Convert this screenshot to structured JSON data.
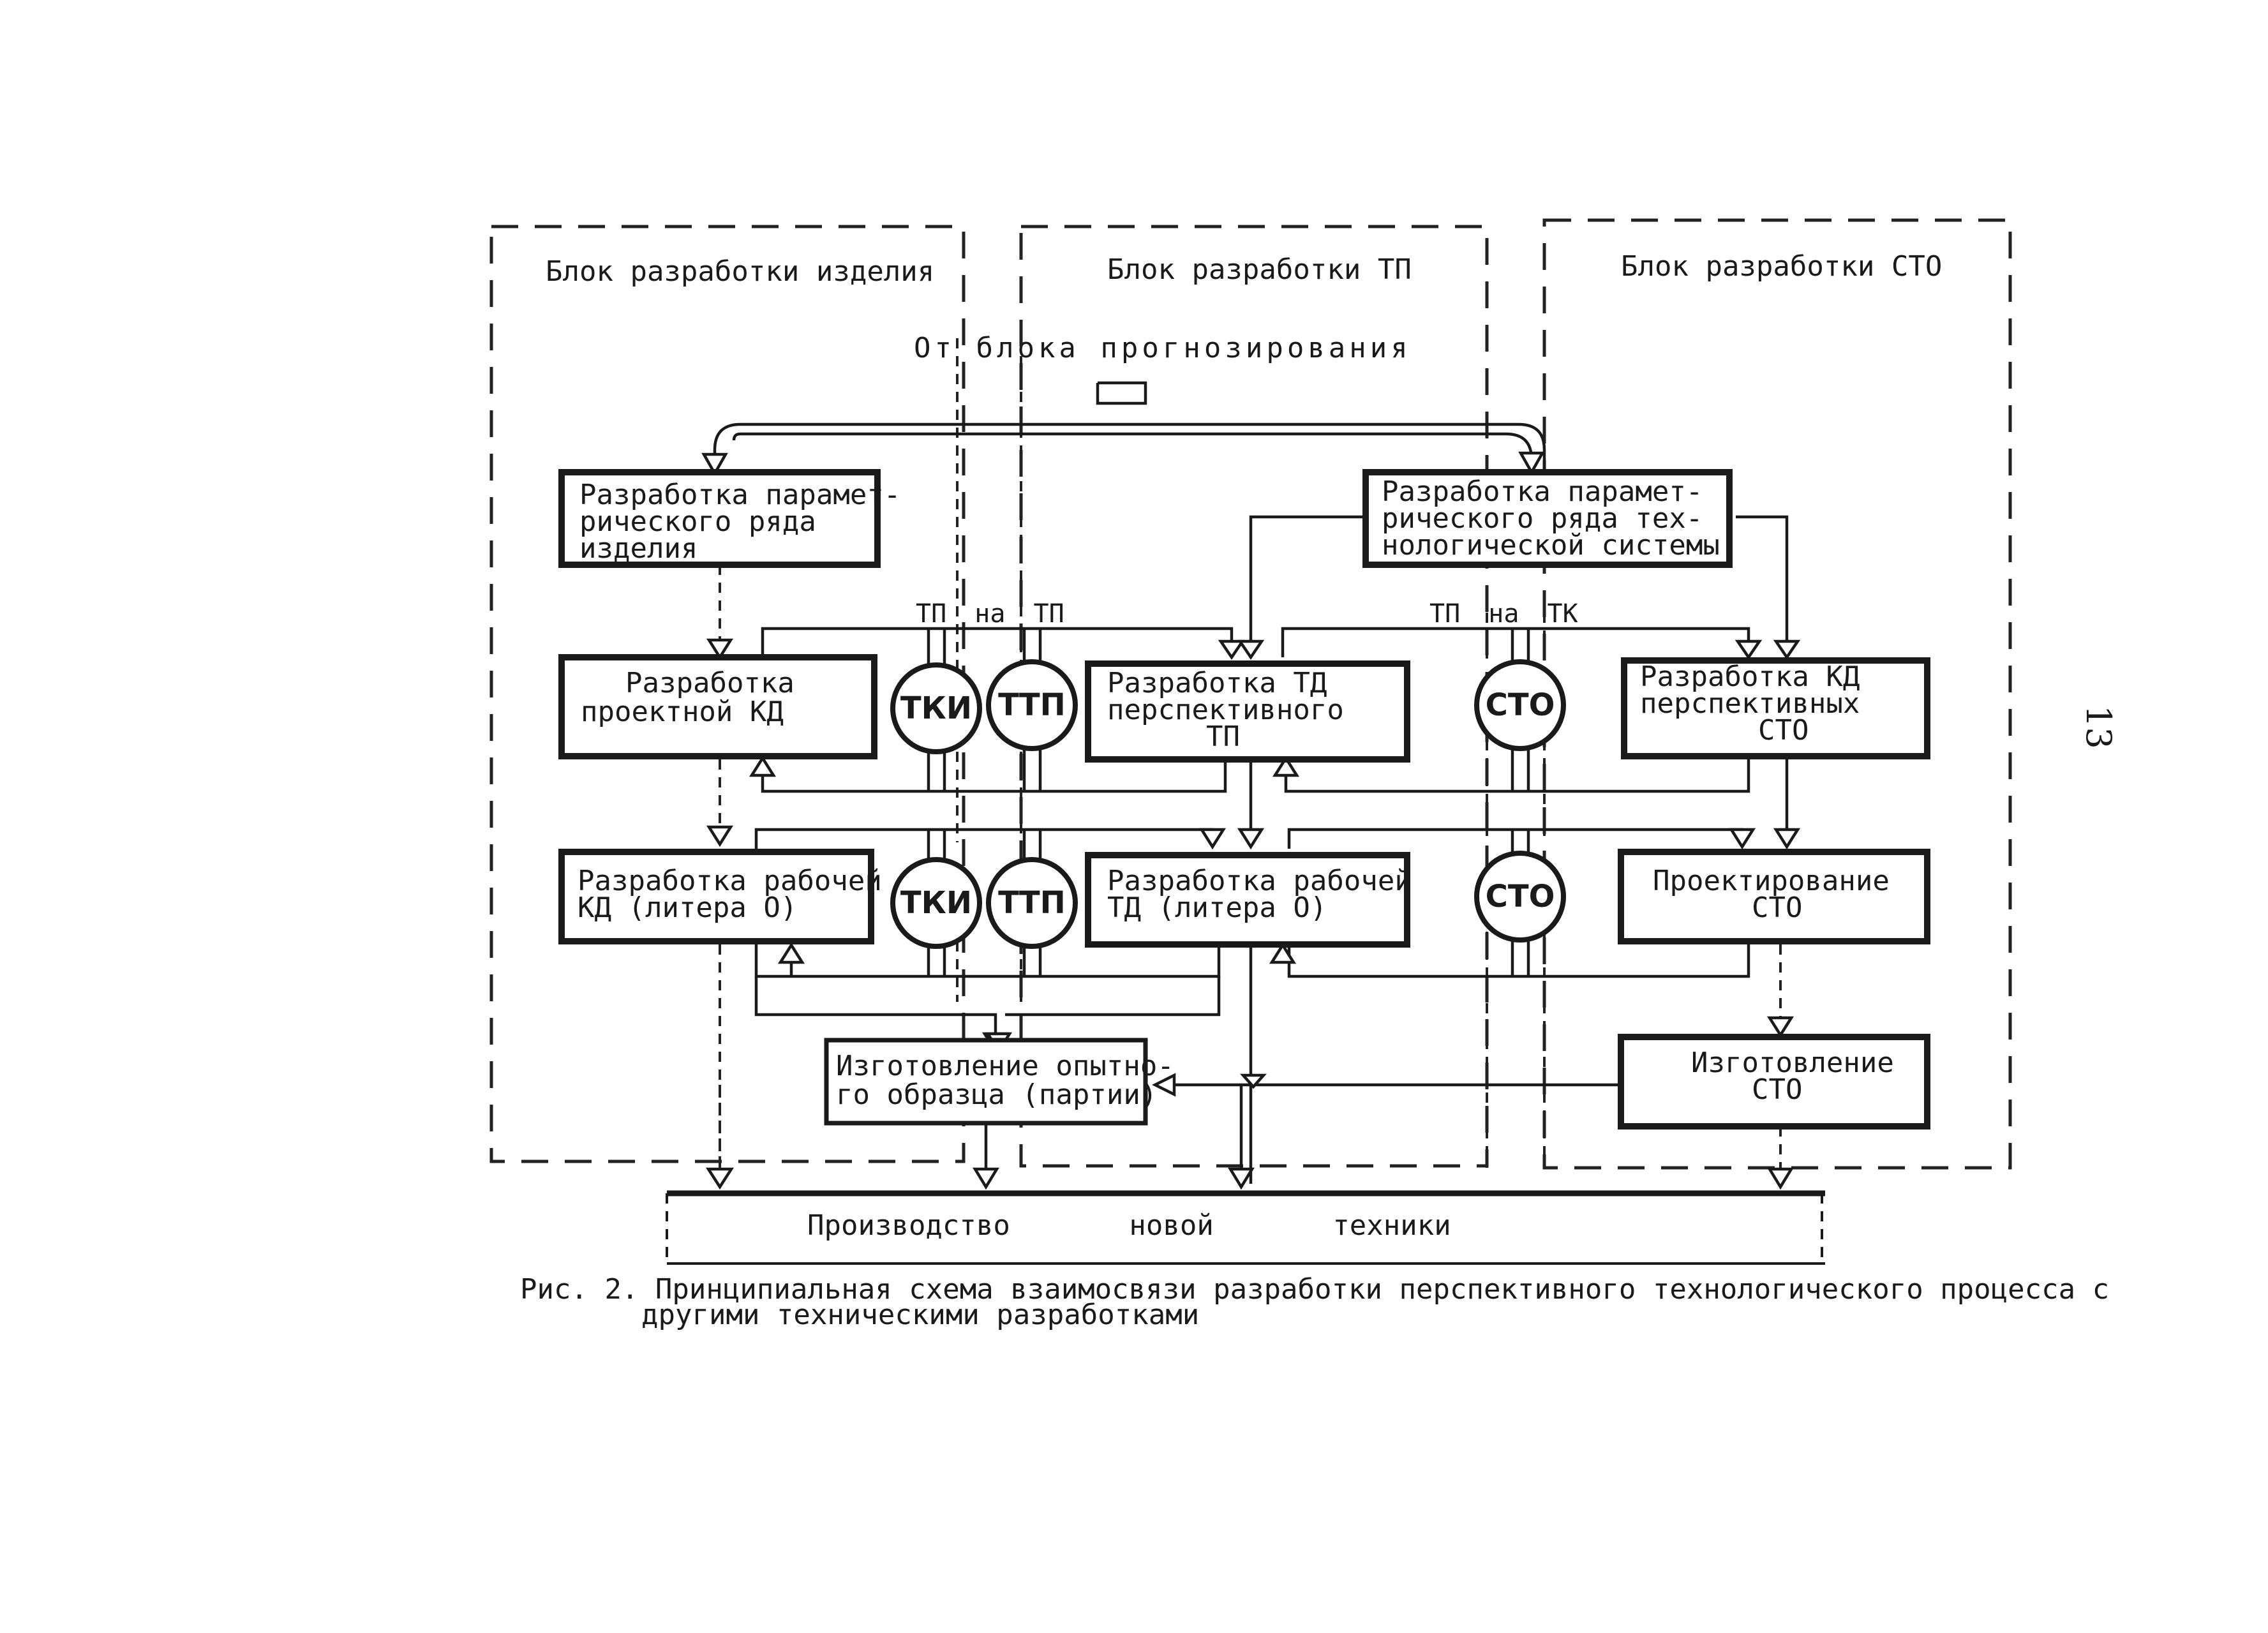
{
  "blocks": {
    "product": "Блок разработки изделия",
    "tp": "Блок разработки ТП",
    "sto": "Блок разработки СТО"
  },
  "forecast_label": "От блока прогнозирования",
  "boxes": {
    "param_product": [
      "Разработка парамет-",
      "рического ряда",
      "изделия"
    ],
    "param_tech": [
      "Разработка парамет-",
      "рического ряда тех-",
      "нологической системы"
    ],
    "design_kd": [
      "Разработка",
      "проектной КД"
    ],
    "td_perspective": [
      "Разработка ТД",
      "перспективного",
      "ТП"
    ],
    "kd_sto": [
      "Разработка КД",
      "перспективных",
      "СТО"
    ],
    "working_kd": [
      "Разработка рабочей",
      "КД (литера О)"
    ],
    "working_td": [
      "Разработка рабочей",
      "ТД (литера О)"
    ],
    "design_sto": [
      "Проектирование",
      "СТО"
    ],
    "prototype": [
      "Изготовление опытно-",
      "го образца (партии)"
    ],
    "make_sto": [
      "Изготовление",
      "СТО"
    ],
    "production": "Производство новой техники"
  },
  "circles": {
    "tki": "ТКИ",
    "ttp": "ТТП",
    "sto": "СТО"
  },
  "link_labels": {
    "tp_to_tp": "ТП на ТП",
    "tp_to_tk": "ТП на ТК"
  },
  "page_number": "13",
  "caption": {
    "line1": "Рис. 2. Принципиальная схема взаимосвязи разработки перспективного технологического процесса с",
    "line2": "другими техническими разработками"
  }
}
